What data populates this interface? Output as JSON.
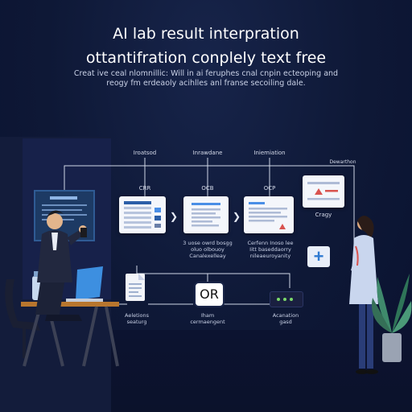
{
  "header": {
    "title_line1": "AI lab result interpration",
    "title_line2": "ottantifration conplely text free",
    "subtitle_line1": "Creat ive ceal nlomnillic: Will in ai feruphes cnal cnpin ecteoping and",
    "subtitle_line2": "reogy fm erdeaoly acihlles anl franse secoiling dale."
  },
  "top_labels": [
    "Iroatsod",
    "Inrawdane",
    "Iniemiation",
    "Dewarthon"
  ],
  "stage_labels": [
    "CRR",
    "OCB",
    "OCP",
    "Cragy"
  ],
  "stage_notes": [
    "3 uose owrd bosgg\noluo olbouoy\nCanalexelleay",
    "Cerfenn Inoso lee\nIitt baseddaorry\nnileaeuroyanity"
  ],
  "bottom": {
    "items": [
      {
        "label": "Aeletions\nseaturg"
      },
      {
        "badge": "OR",
        "label": "Iham\ncermaengent"
      },
      {
        "label": "Acanation\ngasd"
      }
    ]
  },
  "plus_symbol": "+",
  "colors": {
    "background": "#0e1836",
    "accent_blue": "#4a8ee6",
    "warning_red": "#d9534f",
    "plus_tile": "#2f7ad1"
  }
}
